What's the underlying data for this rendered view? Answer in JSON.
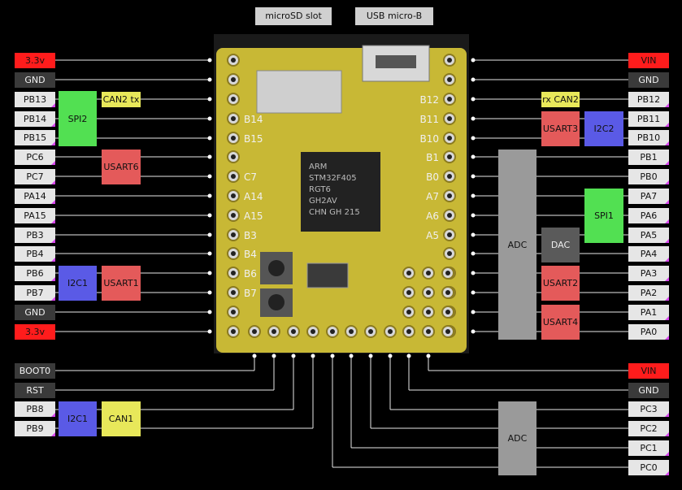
{
  "top_labels": {
    "microsd": "microSD slot",
    "usb": "USB micro-B"
  },
  "left_pins": [
    "3.3v",
    "GND",
    "PB13",
    "PB14",
    "PB15",
    "PC6",
    "PC7",
    "PA14",
    "PA15",
    "PB3",
    "PB4",
    "PB6",
    "PB7",
    "GND",
    "3.3v"
  ],
  "right_pins": [
    "VIN",
    "GND",
    "PB12",
    "PB11",
    "PB10",
    "PB1",
    "PB0",
    "PA7",
    "PA6",
    "PA5",
    "PA4",
    "PA3",
    "PA2",
    "PA1",
    "PA0"
  ],
  "bottom_left_pins": [
    "BOOT0",
    "RST",
    "PB8",
    "PB9"
  ],
  "bottom_right_pins": [
    "VIN",
    "GND",
    "PC3",
    "PC2",
    "PC1",
    "PC0"
  ],
  "functions": {
    "spi2": "SPI2",
    "can2_tx": "CAN2 tx",
    "usart6": "USART6",
    "i2c1_left": "I2C1",
    "usart1": "USART1",
    "rx_can2": "rx CAN2",
    "usart3": "USART3",
    "i2c2": "I2C2",
    "adc_right": "ADC",
    "spi1": "SPI1",
    "dac": "DAC",
    "usart2": "USART2",
    "usart4": "USART4",
    "i2c1_bottom": "I2C1",
    "can1": "CAN1",
    "adc_bottom": "ADC"
  },
  "board": {
    "chip_lines": [
      "ARM",
      "STM32F405",
      "RGT6",
      "GH2AV",
      "CHN GH 215"
    ],
    "silk_left": [
      "B14",
      "B15",
      "C7",
      "A14",
      "A15",
      "B3",
      "B4",
      "B6",
      "B7"
    ],
    "silk_right": [
      "B12",
      "B11",
      "B10",
      "B1",
      "B0",
      "A7",
      "A6",
      "A5"
    ]
  },
  "colors": {
    "power": "#ff1c1c",
    "ground": "#3a3a3a",
    "gpio": "#e6e6e6",
    "spi": "#52e052",
    "uart": "#e45a5a",
    "i2c": "#5a5ae6",
    "can": "#e8e85a",
    "adc": "#9a9a9a",
    "pcb": "#c8b835",
    "chip": "#222222"
  }
}
